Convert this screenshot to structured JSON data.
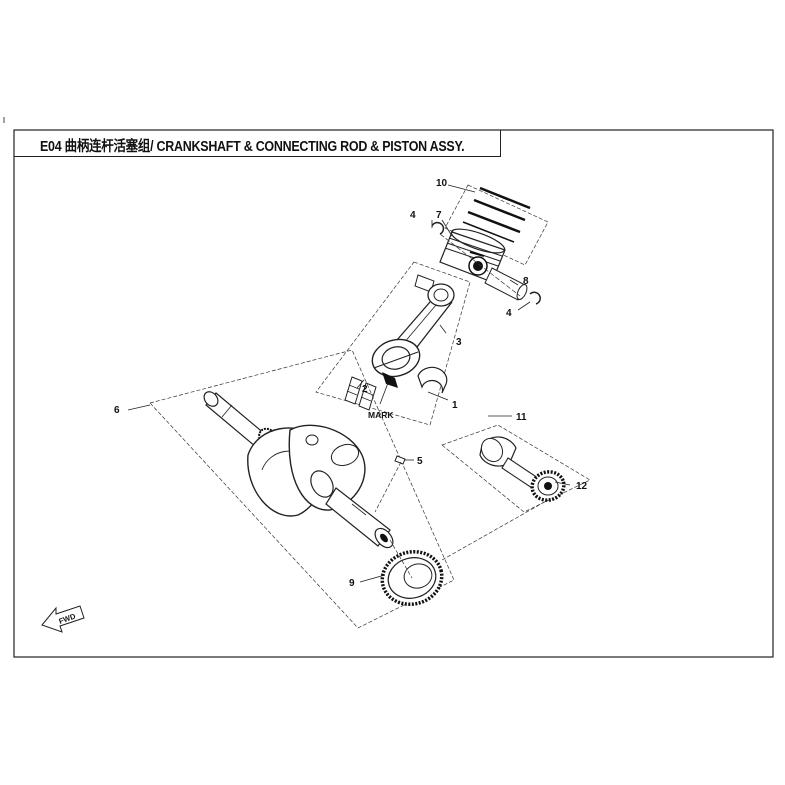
{
  "title": "E04 曲柄连杆活塞组/ CRANKSHAFT & CONNECTING ROD & PISTON ASSY.",
  "callouts": {
    "c1": "1",
    "c2": "2",
    "c3": "3",
    "c4a": "4",
    "c4b": "4",
    "c5": "5",
    "c6": "6",
    "c7": "7",
    "c8": "8",
    "c9": "9",
    "c10": "10",
    "c11": "11",
    "c12": "12"
  },
  "mark_label": "MARK",
  "fwd_label": "FWD",
  "colors": {
    "line": "#222222",
    "paper": "#ffffff"
  }
}
